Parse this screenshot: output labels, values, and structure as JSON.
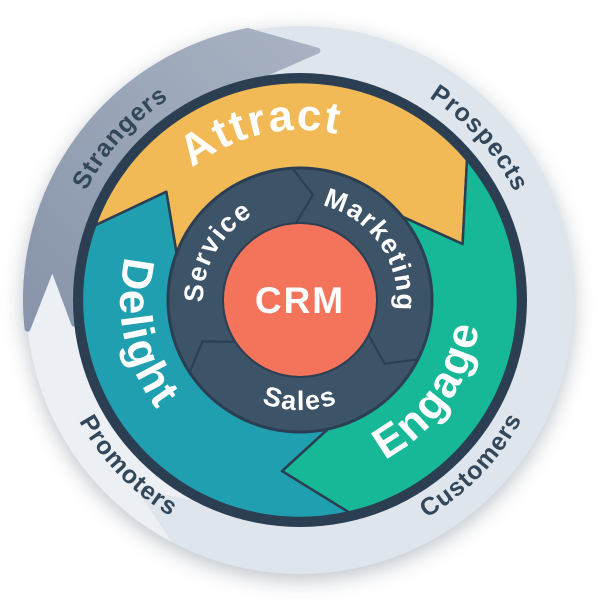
{
  "diagram": {
    "type": "flywheel",
    "center": {
      "label": "CRM",
      "color": "#F4745B",
      "text_color": "#FFFFFF"
    },
    "inner_ring": {
      "color": "#3D5367",
      "divider_color": "#2C4054",
      "outline_color": "#2B3E52",
      "text_color": "#FFFFFF",
      "segments": [
        {
          "label": "Service"
        },
        {
          "label": "Marketing"
        },
        {
          "label": "Sales"
        }
      ]
    },
    "middle_ring": {
      "outline_color": "#2B3E52",
      "text_color": "#FFFFFF",
      "segments": [
        {
          "label": "Attract",
          "color": "#F1BA56"
        },
        {
          "label": "Engage",
          "color": "#16B897"
        },
        {
          "label": "Delight",
          "color": "#209FB1"
        }
      ]
    },
    "outer_ring": {
      "light_color": "#DFE5EC",
      "lighter_color": "#ECF0F4",
      "dark_tail_color": "#8794A9",
      "dark_head_color": "#A9B3C3",
      "text_color": "#33475B",
      "labels": [
        {
          "label": "Strangers",
          "position": "top-left"
        },
        {
          "label": "Prospects",
          "position": "top-right"
        },
        {
          "label": "Customers",
          "position": "bottom-right"
        },
        {
          "label": "Promoters",
          "position": "bottom-left"
        }
      ]
    }
  }
}
